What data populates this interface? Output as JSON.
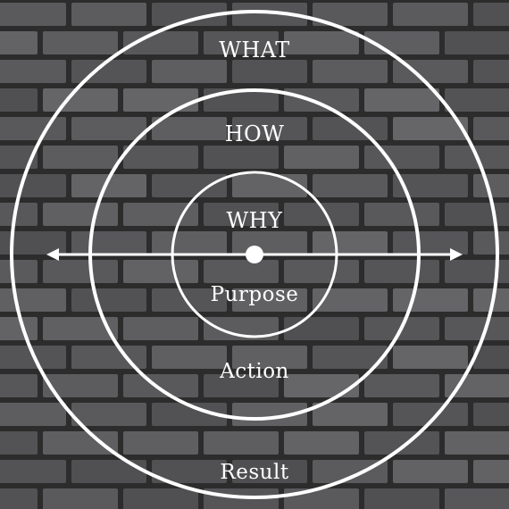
{
  "rings": {
    "outer": {
      "top_label": "WHAT",
      "bottom_label": "Result"
    },
    "middle": {
      "top_label": "HOW",
      "bottom_label": "Action"
    },
    "inner": {
      "top_label": "WHY",
      "bottom_label": "Purpose"
    }
  },
  "colors": {
    "line": "#ffffff",
    "brick_dark": "#4a4a4c",
    "brick_light": "#6b6b6e",
    "mortar": "#2c2c2c"
  }
}
